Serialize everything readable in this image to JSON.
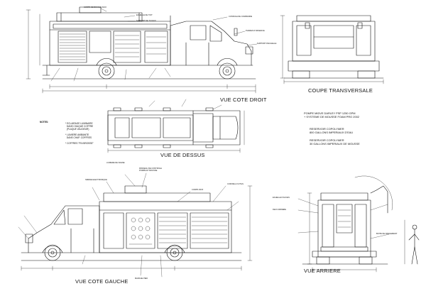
{
  "views": {
    "right": "VUE COTE DROIT",
    "cross": "COUPE TRANSVERSALE",
    "top": "VUE DE DESSUS",
    "left": "VUE COTE GAUCHE",
    "rear": "VUE ARRIERE"
  },
  "specs": {
    "pump": "POMPE MIDVE DARLEY PSP 1250 GPM\n+ SYSTEME DE MOUSSE FOAM PRO 2002",
    "water": "RESERVOIR COPOLYMER\n800 GALLONS IMPERIAUX D'EAU",
    "foam": "RESERVOIR COPOLYMER\n30 GALLONS IMPERIAUX DE MOUSSE"
  },
  "notes": {
    "title": "NOTES:",
    "body": "* ECLAIRAGE LUMINAIRE\n  DANS CHAQUE COFFRE\n  (PLAQUE VALIDEUR)\n\n* LUMIERE AMBIANTE\n  DANS CHAP. COFFRES\n\n* COFFRES \"FIN BROSSE\""
  },
  "callouts": {
    "rc1": "CORPS DE BOUCLE INOX",
    "rc2": "ECHELLE DE TOIT",
    "rc3": "SUPPORT DE TUYAUX",
    "rc4": "CONSOLE DE COMMANDE",
    "rc5": "PHARES D'URGENCE",
    "rc6": "SUPPORT D'ECHELLE",
    "lc1": "LUMIERE DE SCENE",
    "lc2": "PANNEAU DE CONTROLE\nPOMPE ET MOUSSE",
    "lc3": "SIRENE ELECTRONIQUE",
    "lc4": "CORPS INOX",
    "lc5": "COFFRE A OUTILS",
    "lc6": "MARCHE PIED",
    "bc1": "ECHELLE D'ACCES",
    "bc2": "FEUX ARRIERE",
    "bc3": "BOITE DE RANGEMENT"
  }
}
